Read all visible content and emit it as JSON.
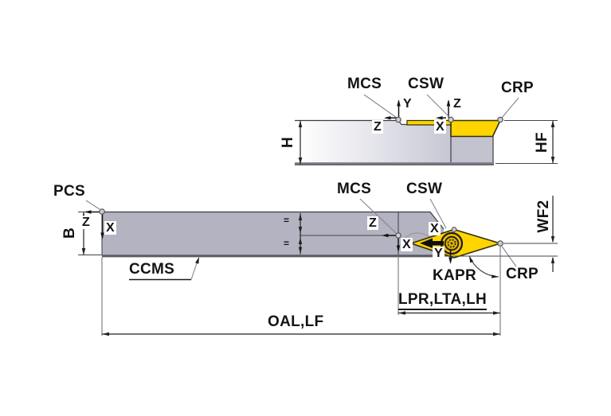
{
  "drawing_title": "tool-holder-dimension-diagram",
  "colors": {
    "insert_yellow": "#ffd400",
    "body_gray": "#b3b3c1",
    "outline": "#3c3c44",
    "leader_gray": "#84848c"
  },
  "top_view": {
    "point_labels": {
      "mcs": "MCS",
      "csw": "CSW",
      "crp": "CRP"
    },
    "axis_labels": {
      "mcs_y": "Y",
      "mcs_z": "Z",
      "csw_z": "Z",
      "csw_x": "X"
    },
    "dim_labels": {
      "height": "H",
      "head_height": "HF"
    }
  },
  "bottom_view": {
    "point_labels": {
      "pcs": "PCS",
      "mcs": "MCS",
      "csw": "CSW",
      "crp": "CRP"
    },
    "feature_labels": {
      "shank": "CCMS",
      "approach_angle": "KAPR"
    },
    "axis_labels": {
      "pcs_z": "Z",
      "pcs_x": "X",
      "mcs_z": "Z",
      "mcs_x": "X",
      "csw_x": "X",
      "csw_y": "Y"
    },
    "dim_labels": {
      "width": "B",
      "wf2": "WF2",
      "head_length": "LPR,LTA,LH",
      "overall_length": "OAL,LF"
    },
    "equal_mark": "="
  }
}
